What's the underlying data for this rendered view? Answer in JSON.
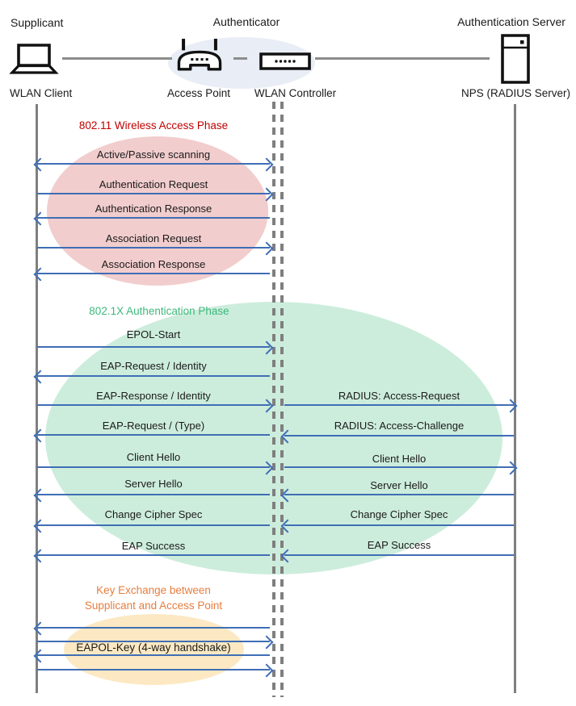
{
  "actors": {
    "supplicant": {
      "role_label": "Supplicant",
      "device_label": "WLAN Client"
    },
    "authenticator": {
      "role_label": "Authenticator",
      "access_point_label": "Access Point",
      "wlan_controller_label": "WLAN Controller"
    },
    "authentication_server": {
      "role_label": "Authentication Server",
      "device_label": "NPS (RADIUS Server)"
    }
  },
  "phases": [
    {
      "title": "802.11 Wireless Access Phase",
      "title_color": "#C00000",
      "ellipse_fill": "#F2CDCD"
    },
    {
      "title": "802.1X Authentication Phase",
      "title_color": "#3DB87C",
      "ellipse_fill": "#CDEDDC"
    },
    {
      "title_line1": "Key Exchange between",
      "title_line2": "Supplicant and Access Point",
      "title_color": "#E67E3F",
      "ellipse_fill": "#FCE9C3"
    }
  ],
  "messages": {
    "client_to_controller": [
      {
        "label": "Active/Passive scanning",
        "direction": "both"
      },
      {
        "label": "Authentication Request",
        "direction": "right"
      },
      {
        "label": "Authentication Response",
        "direction": "left"
      },
      {
        "label": "Association Request",
        "direction": "right"
      },
      {
        "label": "Association Response",
        "direction": "left"
      },
      {
        "label": "EPOL-Start",
        "direction": "right"
      },
      {
        "label": "EAP-Request / Identity",
        "direction": "left"
      },
      {
        "label": "EAP-Response / Identity",
        "direction": "right"
      },
      {
        "label": "EAP-Request / (Type)",
        "direction": "left"
      },
      {
        "label": "Client Hello",
        "direction": "right"
      },
      {
        "label": "Server Hello",
        "direction": "left"
      },
      {
        "label": "Change Cipher Spec",
        "direction": "left"
      },
      {
        "label": "EAP Success",
        "direction": "left"
      },
      {
        "label": "",
        "direction": "left"
      },
      {
        "label": "",
        "direction": "right"
      },
      {
        "label": "EAPOL-Key (4-way handshake)",
        "direction": "left"
      },
      {
        "label": "",
        "direction": "right"
      }
    ],
    "controller_to_server": [
      {
        "label": "RADIUS: Access-Request",
        "direction": "right"
      },
      {
        "label": "RADIUS: Access-Challenge",
        "direction": "left"
      },
      {
        "label": "Client Hello",
        "direction": "right"
      },
      {
        "label": "Server Hello",
        "direction": "left"
      },
      {
        "label": "Change Cipher Spec",
        "direction": "left"
      },
      {
        "label": "EAP Success",
        "direction": "left"
      }
    ]
  },
  "colors": {
    "arrow": "#3F6EB5",
    "lifeline": "#7F7F7F",
    "connector": "#8C8C8C",
    "icon": "#111111",
    "message_text": "#1A1A1A",
    "authenticator_ellipse": "#E9EDF6"
  }
}
